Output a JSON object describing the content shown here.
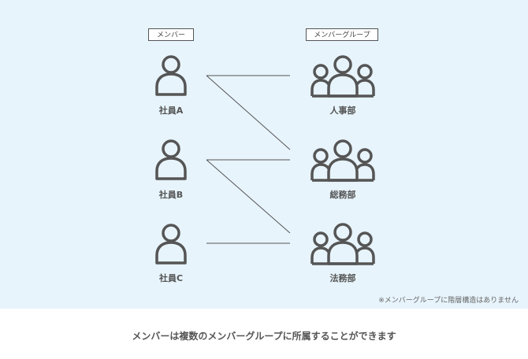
{
  "headers": {
    "members": "メンバー",
    "groups": "メンバーグループ"
  },
  "members": [
    {
      "id": "a",
      "label": "社員A"
    },
    {
      "id": "b",
      "label": "社員B"
    },
    {
      "id": "c",
      "label": "社員C"
    }
  ],
  "groups": [
    {
      "id": "jinji",
      "label": "人事部"
    },
    {
      "id": "somu",
      "label": "総務部"
    },
    {
      "id": "homu",
      "label": "法務部"
    }
  ],
  "connections": [
    {
      "from": "社員A",
      "to": "人事部"
    },
    {
      "from": "社員A",
      "to": "総務部"
    },
    {
      "from": "社員B",
      "to": "総務部"
    },
    {
      "from": "社員B",
      "to": "法務部"
    },
    {
      "from": "社員C",
      "to": "法務部"
    }
  ],
  "note": "※メンバーグループに階層構造はありません",
  "caption": "メンバーは複数のメンバーグループに所属することができます",
  "colors": {
    "panel_bg": "#e7f4fc",
    "icon": "#555555",
    "line": "#555555"
  }
}
